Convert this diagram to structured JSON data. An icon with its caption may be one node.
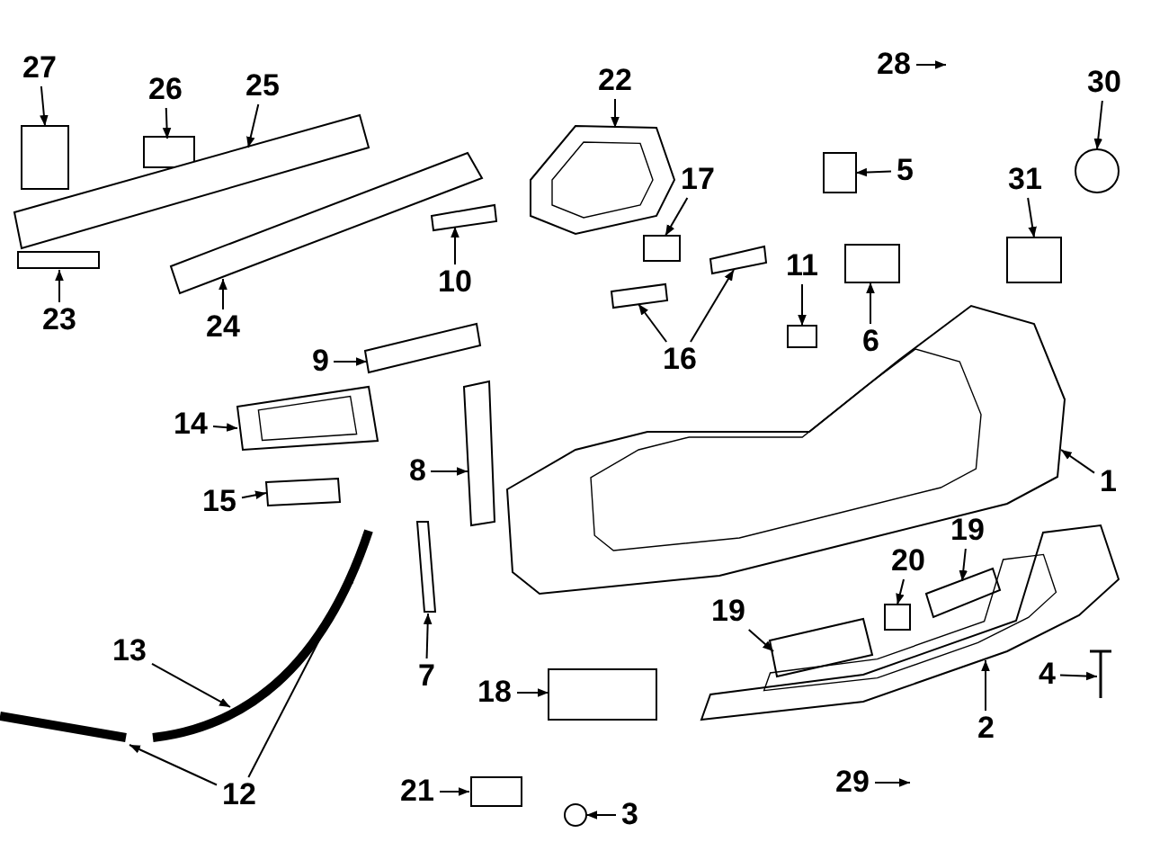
{
  "diagram": {
    "nodes": [
      {
        "text": [
          "27"
        ]
      },
      {
        "text": [
          "26"
        ]
      },
      {
        "text": [
          "25"
        ]
      },
      {
        "text": [
          "22"
        ]
      },
      {
        "text": [
          "28"
        ]
      },
      {
        "text": [
          "30"
        ]
      },
      {
        "text": [
          "17"
        ]
      },
      {
        "text": [
          "5"
        ]
      },
      {
        "text": [
          "31"
        ]
      },
      {
        "text": [
          "23"
        ]
      },
      {
        "text": [
          "24"
        ]
      },
      {
        "text": [
          "10"
        ]
      },
      {
        "text": [
          "11"
        ]
      },
      {
        "text": [
          "16"
        ]
      },
      {
        "text": [
          "6"
        ]
      },
      {
        "text": [
          "9"
        ]
      },
      {
        "text": [
          "14"
        ]
      },
      {
        "text": [
          "8"
        ]
      },
      {
        "text": [
          "15"
        ]
      },
      {
        "text": [
          "1"
        ]
      },
      {
        "text": [
          "7"
        ]
      },
      {
        "text": [
          "13"
        ]
      },
      {
        "text": [
          "18"
        ]
      },
      {
        "text": [
          "20"
        ]
      },
      {
        "text": [
          "19"
        ]
      },
      {
        "text": [
          "19"
        ]
      },
      {
        "text": [
          "4"
        ]
      },
      {
        "text": [
          "2"
        ]
      },
      {
        "text": [
          "12"
        ]
      },
      {
        "text": [
          "21"
        ]
      },
      {
        "text": [
          "3"
        ]
      },
      {
        "text": [
          "29"
        ]
      },
      {
        "text": [],
        "shape": "box"
      },
      {
        "text": [],
        "shape": "box"
      },
      {
        "text": [],
        "shape": "bar"
      },
      {
        "text": [],
        "shape": "picture"
      },
      {
        "text": [],
        "shape": "circle"
      },
      {
        "text": [],
        "shape": "box"
      },
      {
        "text": [],
        "shape": "box"
      },
      {
        "text": [],
        "shape": "box"
      },
      {
        "text": [],
        "shape": "box"
      },
      {
        "text": [],
        "shape": "bar"
      },
      {
        "text": [],
        "shape": "bar"
      },
      {
        "text": [],
        "shape": "box"
      },
      {
        "text": [],
        "shape": "bar"
      },
      {
        "text": [],
        "shape": "bar"
      },
      {
        "text": [],
        "shape": "box"
      },
      {
        "text": [],
        "shape": "bar"
      },
      {
        "text": [],
        "shape": "picture"
      },
      {
        "text": [],
        "shape": "bar"
      },
      {
        "text": [],
        "shape": "bar"
      },
      {
        "text": [],
        "shape": "picture"
      },
      {
        "text": [],
        "shape": "bar"
      },
      {
        "text": [],
        "shape": "bar"
      },
      {
        "text": [],
        "shape": "box"
      },
      {
        "text": [],
        "shape": "box"
      },
      {
        "text": [],
        "shape": "bar"
      },
      {
        "text": [],
        "shape": "bar"
      },
      {
        "text": [],
        "shape": "picture"
      },
      {
        "text": [],
        "shape": "picture"
      },
      {
        "text": [],
        "shape": "bar"
      },
      {
        "text": [],
        "shape": "box"
      },
      {
        "text": [],
        "shape": "circle"
      }
    ],
    "edges": [
      {
        "from": 0,
        "to": 32,
        "arrow": "to"
      },
      {
        "from": 1,
        "to": 33,
        "arrow": "to"
      },
      {
        "from": 2,
        "to": 34,
        "arrow": "to"
      },
      {
        "from": 3,
        "to": 35,
        "arrow": "to"
      },
      {
        "from": 4,
        "to": null,
        "arrow": "to"
      },
      {
        "from": 5,
        "to": 36,
        "arrow": "to"
      },
      {
        "from": 6,
        "to": 37,
        "arrow": "to"
      },
      {
        "from": 7,
        "to": 38,
        "arrow": "to"
      },
      {
        "from": 8,
        "to": 39,
        "arrow": "to"
      },
      {
        "from": 9,
        "to": 40,
        "arrow": "to"
      },
      {
        "from": 10,
        "to": 41,
        "arrow": "to"
      },
      {
        "from": 11,
        "to": 42,
        "arrow": "to"
      },
      {
        "from": 12,
        "to": 43,
        "arrow": "to"
      },
      {
        "from": 13,
        "to": 44,
        "arrow": "to"
      },
      {
        "from": 13,
        "to": 45,
        "arrow": "to"
      },
      {
        "from": 14,
        "to": 46,
        "arrow": "to"
      },
      {
        "from": 15,
        "to": 47,
        "arrow": "to"
      },
      {
        "from": 16,
        "to": 48,
        "arrow": "to"
      },
      {
        "from": 17,
        "to": 49,
        "arrow": "to"
      },
      {
        "from": 18,
        "to": 50,
        "arrow": "to"
      },
      {
        "from": 19,
        "to": 51,
        "arrow": "to"
      },
      {
        "from": 20,
        "to": 52,
        "arrow": "to"
      },
      {
        "from": 21,
        "to": 53,
        "arrow": "to"
      },
      {
        "from": 22,
        "to": 54,
        "arrow": "to"
      },
      {
        "from": 23,
        "to": 55,
        "arrow": "to"
      },
      {
        "from": 24,
        "to": 56,
        "arrow": "to"
      },
      {
        "from": 25,
        "to": 57,
        "arrow": "to"
      },
      {
        "from": 26,
        "to": 58,
        "arrow": "to"
      },
      {
        "from": 27,
        "to": 59,
        "arrow": "to"
      },
      {
        "from": 28,
        "to": 60,
        "arrow": "to"
      },
      {
        "from": 28,
        "to": 53,
        "arrow": "to"
      },
      {
        "from": 29,
        "to": 61,
        "arrow": "to"
      },
      {
        "from": 30,
        "to": 62,
        "arrow": "to"
      },
      {
        "from": 31,
        "to": null,
        "arrow": "to"
      }
    ]
  }
}
